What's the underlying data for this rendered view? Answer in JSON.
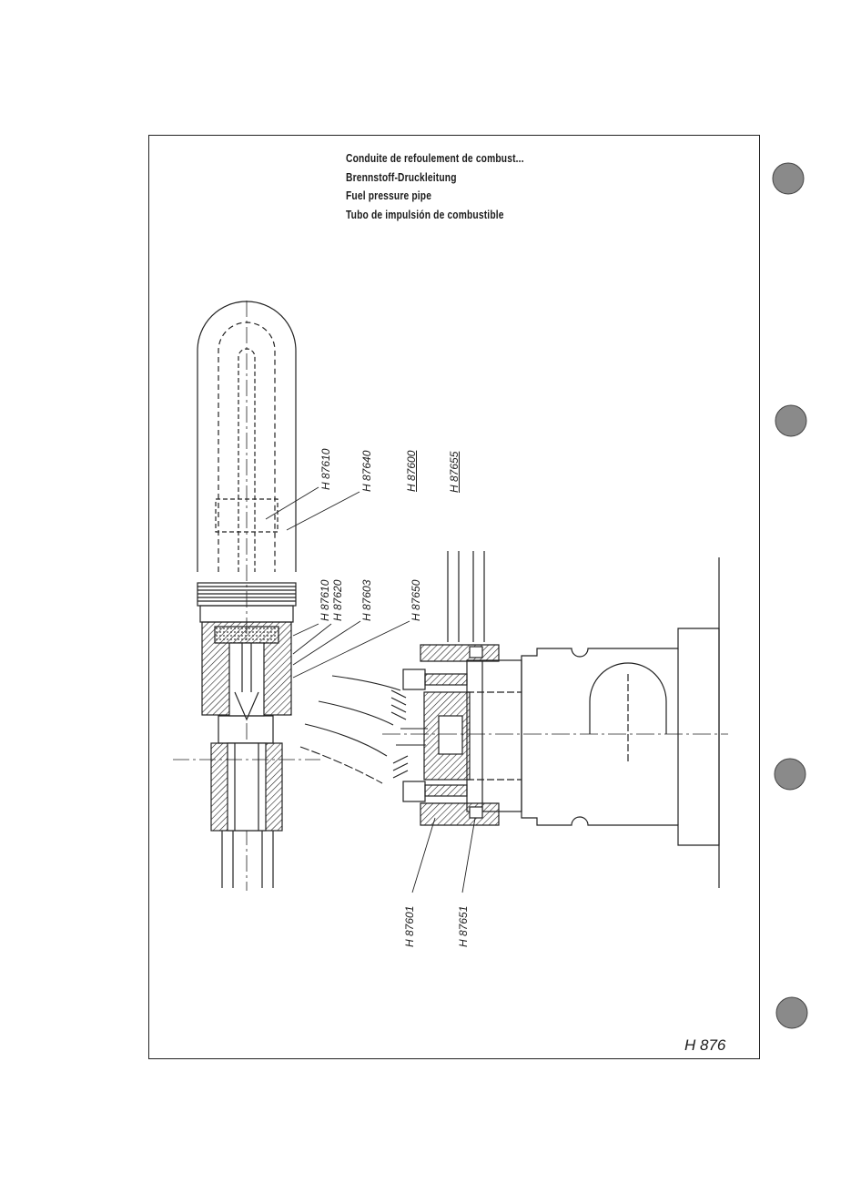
{
  "header": {
    "titles": [
      "Conduite de refoulement de combust...",
      "Brennstoff-Druckleitung",
      "Fuel pressure pipe",
      "Tubo de impulsión de combustible"
    ]
  },
  "part_labels": {
    "h87610": "H 87610",
    "h87640": "H 87640",
    "h87600": "H 87600",
    "h87655": "H 87655",
    "h87610b": "H 87610",
    "h87620": "H 87620",
    "h87603": "H 87603",
    "h87650": "H 87650",
    "h87601": "H 87601",
    "h87651": "H 87651"
  },
  "sheet": {
    "id": "H 876"
  }
}
